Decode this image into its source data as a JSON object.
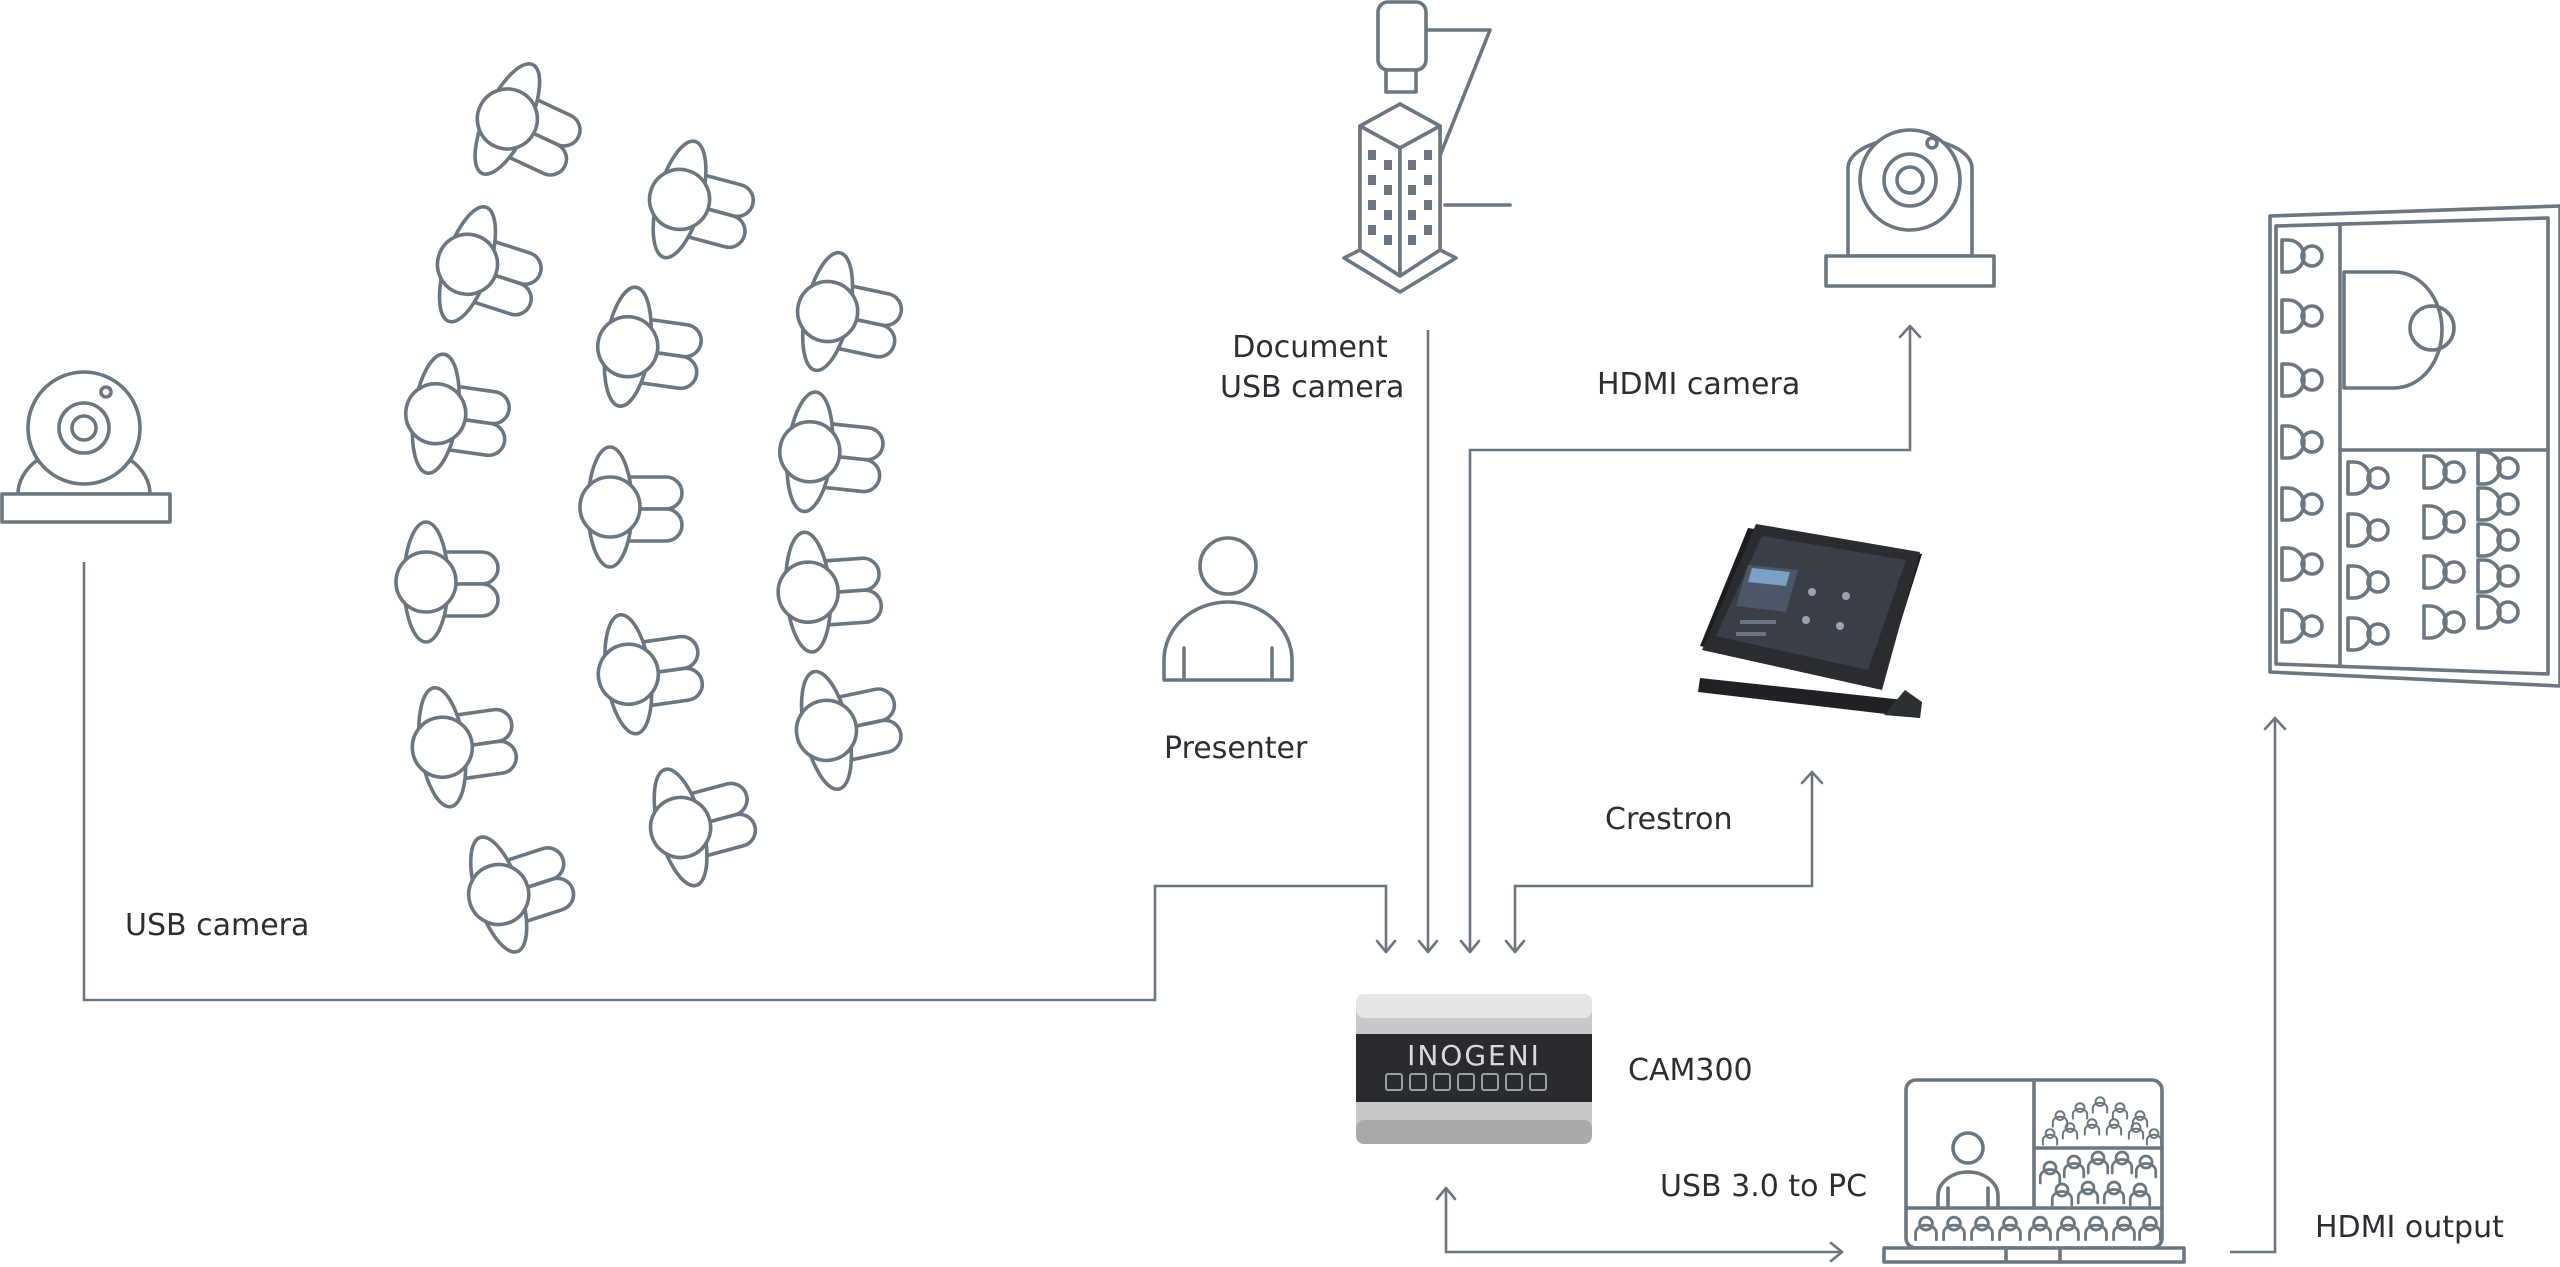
{
  "labels": {
    "usb_camera": "USB camera",
    "document_camera_line1": "Document",
    "document_camera_line2": "USB camera",
    "hdmi_camera": "HDMI camera",
    "presenter": "Presenter",
    "crestron": "Crestron",
    "cam300": "CAM300",
    "usb_to_pc": "USB 3.0 to PC",
    "hdmi_output": "HDMI output"
  },
  "device": {
    "brand": "INOGENI"
  },
  "icons": {
    "usb_camera": "webcam-icon",
    "document_camera": "document-camera-icon",
    "hdmi_camera": "ptz-camera-icon",
    "presenter": "person-icon",
    "crestron": "touch-panel-icon",
    "cam300": "capture-device-icon",
    "laptop": "laptop-icon",
    "display": "display-icon",
    "audience": "audience-seat-icon"
  },
  "colors": {
    "line": "#6c7680",
    "text": "#2b2f33",
    "brand_accent": "#e05a2a"
  }
}
